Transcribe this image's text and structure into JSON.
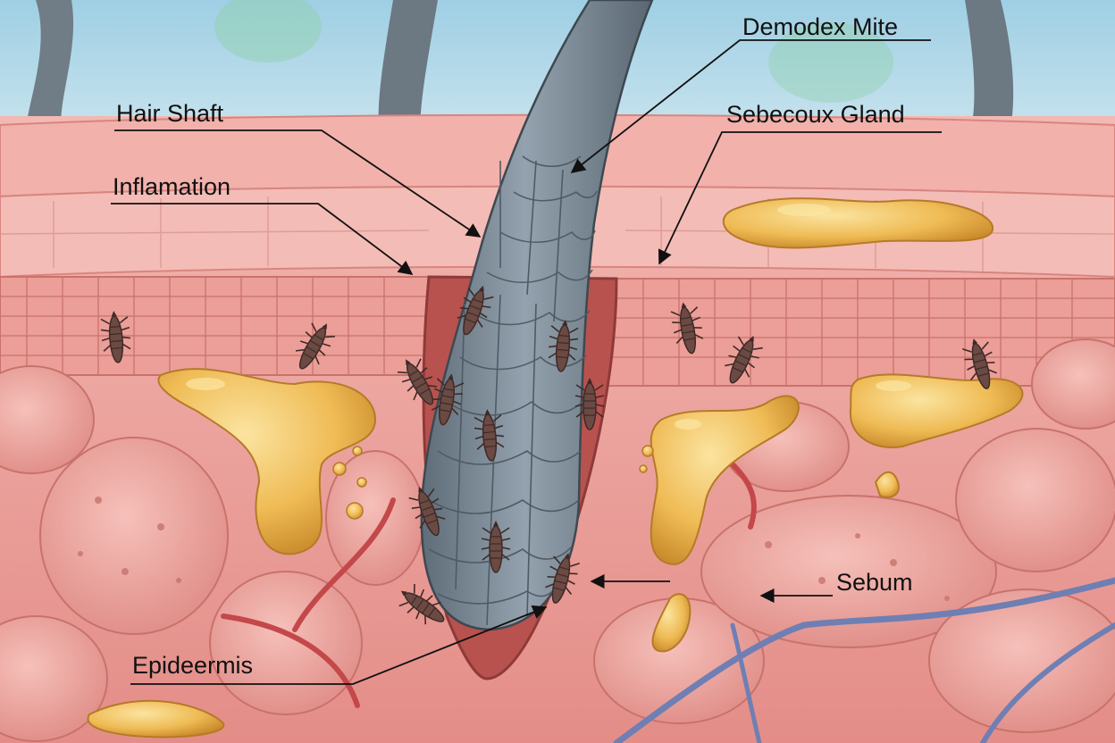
{
  "labels": {
    "demodex_mite": "Demodex Mite",
    "hair_shaft": "Hair Shaft",
    "sebaceous_gland": "Sebecoux Gland",
    "inflammation": "Inflamation",
    "sebum": "Sebum",
    "epidermis": "Epideermis"
  },
  "colors": {
    "sky": "#a9d4e6",
    "skin_surface": "#efaaa5",
    "dermis": "#e9958f",
    "tissue_cell": "#f2b4ae",
    "cell_outline": "#c9726c",
    "hair": "#7b8a97",
    "hair_scale": "#5f6c78",
    "sebum": "#ecb64b",
    "sebum_highlight": "#fbe7a3",
    "mite": "#6b4a44",
    "blood_vessel": "#c4484a",
    "vein": "#6f7fb3",
    "leader_line": "#111111"
  },
  "icons": {
    "mite": "demodex-mite-icon",
    "sebum_blob": "sebum-droplet-icon"
  }
}
